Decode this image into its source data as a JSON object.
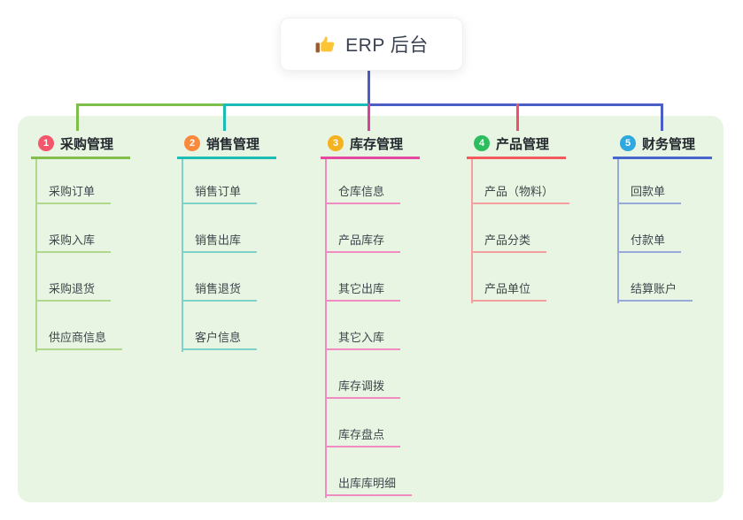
{
  "root": {
    "label": "ERP 后台",
    "icon": "thumbs-up"
  },
  "palette": {
    "panel_bg": "#E8F5E3",
    "root_connector_color": "#4A5EC5",
    "bus_segment_colors": [
      "#7EBE4B",
      "#1BBCB3",
      "#4A5EC5"
    ]
  },
  "branches": [
    {
      "number": "1",
      "label": "采购管理",
      "badge_color": "#F4566C",
      "line_color": "#82BE4A",
      "child_line_color": "#AFD88C",
      "drop_color": "#7EBE4B",
      "children": [
        "采购订单",
        "采购入库",
        "采购退货",
        "供应商信息"
      ]
    },
    {
      "number": "2",
      "label": "销售管理",
      "badge_color": "#F98A3B",
      "line_color": "#1CBDB5",
      "child_line_color": "#7FD2CC",
      "drop_color": "#1BBCB3",
      "children": [
        "销售订单",
        "销售出库",
        "销售退货",
        "客户信息"
      ]
    },
    {
      "number": "3",
      "label": "库存管理",
      "badge_color": "#F5B21F",
      "line_color": "#E44AA0",
      "child_line_color": "#F08CC1",
      "drop_color": "#D2449B",
      "children": [
        "仓库信息",
        "产品库存",
        "其它出库",
        "其它入库",
        "库存调拨",
        "库存盘点",
        "出库库明细"
      ]
    },
    {
      "number": "4",
      "label": "产品管理",
      "badge_color": "#2CBE5E",
      "line_color": "#F25B5E",
      "child_line_color": "#F5A0A0",
      "drop_color": "#EF506B",
      "children": [
        "产品（物料）",
        "产品分类",
        "产品单位"
      ]
    },
    {
      "number": "5",
      "label": "财务管理",
      "badge_color": "#2FA8DF",
      "line_color": "#4767CC",
      "child_line_color": "#97A9D8",
      "drop_color": "#4A5EC5",
      "children": [
        "回款单",
        "付款单",
        "结算账户"
      ]
    }
  ]
}
